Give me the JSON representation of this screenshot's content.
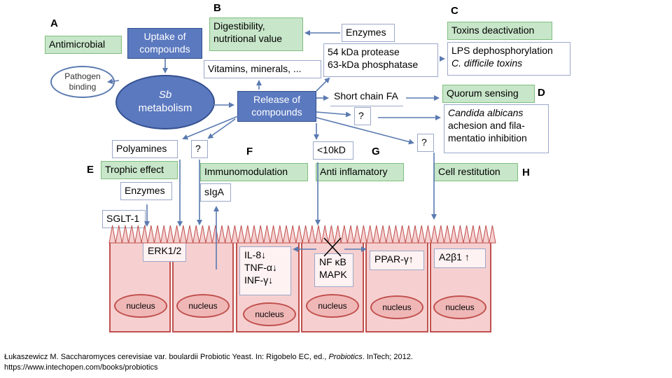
{
  "letters": {
    "a": "A",
    "b": "B",
    "c": "C",
    "d": "D",
    "e": "E",
    "f": "F",
    "g": "G",
    "h": "H"
  },
  "boxes": {
    "antimicrobial": "Antimicrobial",
    "uptake_line1": "Uptake of",
    "uptake_line2": "compounds",
    "pathogen_line1": "Pathogen",
    "pathogen_line2": "binding",
    "sb_metabolism_line1": "Sb",
    "sb_metabolism_line2": "metabolism",
    "digestibility_line1": "Digestibility,",
    "digestibility_line2": "nutritional value",
    "enzymes_top": "Enzymes",
    "vitamins": "Vitamins, minerals, ...",
    "protease_line1": "54 kDa protease",
    "protease_line2": "63-kDa phosphatase",
    "release_line1": "Release of",
    "release_line2": "compounds",
    "toxins_deactivation": "Toxins deactivation",
    "lps_line1": "LPS dephosphorylation",
    "lps_line2": "C. difficile toxins",
    "short_chain_fa": "Short chain FA",
    "question1": "?",
    "quorum_sensing": "Quorum sensing",
    "candida_line1": "Candida albicans",
    "candida_line2": "achesion and fila-",
    "candida_line3": "mentatio inhibition",
    "question2": "?",
    "polyamines": "Polyamines",
    "question3": "?",
    "lt10kd": "<10kD",
    "trophic_effect": "Trophic effect",
    "immunomodulation": "Immunomodulation",
    "anti_inflammatory": "Anti inflamatory",
    "cell_restitution": "Cell restitution",
    "enzymes_bottom": "Enzymes",
    "siga": "sIgA",
    "sglt1": "SGLT-1"
  },
  "cells": {
    "erk": "ERK1/2",
    "il8": "IL-8↓",
    "tnf": "TNF-α↓",
    "inf": "INF-γ↓",
    "nfkb": "NF κB",
    "mapk": "MAPK",
    "ppar": "PPAR-γ↑",
    "a2b1": "A2β1 ↑",
    "nucleus": [
      "nucleus",
      "nucleus",
      "nucleus",
      "nucleus",
      "nucleus",
      "nucleus"
    ]
  },
  "citation": {
    "line1_pre": "Łukaszewicz M. Saccharomyces cerevisiae var. boulardii Probiotic Yeast. In: Rigobelo EC, ed., ",
    "line1_italic": "Probiotics",
    "line1_post": ". InTech; 2012.",
    "line2": "https://www.intechopen.com/books/probiotics"
  },
  "colors": {
    "green_box": "#c8e6c9",
    "blue_node": "#5b79bf",
    "arrow": "#5a7ab0",
    "cell_fill": "#f6d0d0",
    "cell_border": "#c0504d"
  }
}
